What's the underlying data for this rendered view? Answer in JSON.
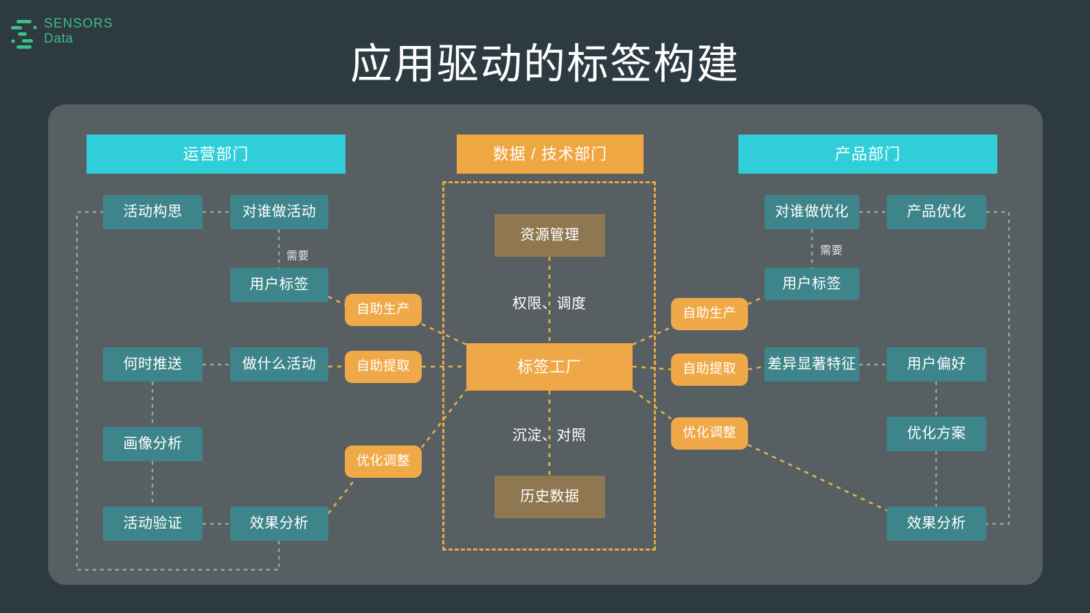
{
  "brand": {
    "line1": "SENSORS",
    "line2": "Data",
    "color": "#3bbf84",
    "mark_icon": "sensors-data-logo-icon"
  },
  "title": "应用驱动的标签构建",
  "colors": {
    "background": "#2e3a42",
    "panel": "#585f63",
    "cyan": "#2fced9",
    "orange": "#efa748",
    "teal": "#3e858b",
    "brown": "#8f7851",
    "dash_orange": "#eda945",
    "dash_teal": "#6fa8ae"
  },
  "departments": [
    {
      "id": "operations",
      "label": "运营部门",
      "style": "cyan"
    },
    {
      "id": "data-tech",
      "label": "数据 / 技术部门",
      "style": "orange"
    },
    {
      "id": "product",
      "label": "产品部门",
      "style": "cyan"
    }
  ],
  "left_column": {
    "nodes": [
      {
        "id": "left-activity-idea",
        "label": "活动构思"
      },
      {
        "id": "left-target-who",
        "label": "对谁做活动"
      },
      {
        "id": "left-user-tag",
        "label": "用户标签"
      },
      {
        "id": "left-when-push",
        "label": "何时推送"
      },
      {
        "id": "left-what-activity",
        "label": "做什么活动"
      },
      {
        "id": "left-profile-analysis",
        "label": "画像分析"
      },
      {
        "id": "left-activity-verify",
        "label": "活动验证"
      },
      {
        "id": "left-effect-analysis",
        "label": "效果分析"
      }
    ],
    "pills": [
      {
        "id": "left-self-produce",
        "label": "自助生产"
      },
      {
        "id": "left-self-extract",
        "label": "自助提取"
      },
      {
        "id": "left-optimize-adjust",
        "label": "优化调整"
      }
    ],
    "edge_labels": [
      {
        "id": "left-need",
        "label": "需要"
      }
    ]
  },
  "center_column": {
    "nodes": [
      {
        "id": "center-resource-mgmt",
        "label": "资源管理",
        "style": "brown"
      },
      {
        "id": "center-tag-factory",
        "label": "标签工厂",
        "style": "orange"
      },
      {
        "id": "center-history-data",
        "label": "历史数据",
        "style": "brown"
      }
    ],
    "edge_labels": [
      {
        "id": "center-permission-schedule",
        "label": "权限、调度"
      },
      {
        "id": "center-precipitate-compare",
        "label": "沉淀、对照"
      }
    ]
  },
  "right_column": {
    "nodes": [
      {
        "id": "right-optimize-who",
        "label": "对谁做优化"
      },
      {
        "id": "right-product-optimize",
        "label": "产品优化"
      },
      {
        "id": "right-user-tag",
        "label": "用户标签"
      },
      {
        "id": "right-distinct-feature",
        "label": "差异显著特征"
      },
      {
        "id": "right-user-preference",
        "label": "用户偏好"
      },
      {
        "id": "right-optimize-plan",
        "label": "优化方案"
      },
      {
        "id": "right-effect-analysis",
        "label": "效果分析"
      }
    ],
    "pills": [
      {
        "id": "right-self-produce",
        "label": "自助生产"
      },
      {
        "id": "right-self-extract",
        "label": "自助提取"
      },
      {
        "id": "right-optimize-adjust",
        "label": "优化调整"
      }
    ],
    "edge_labels": [
      {
        "id": "right-need",
        "label": "需要"
      }
    ]
  }
}
